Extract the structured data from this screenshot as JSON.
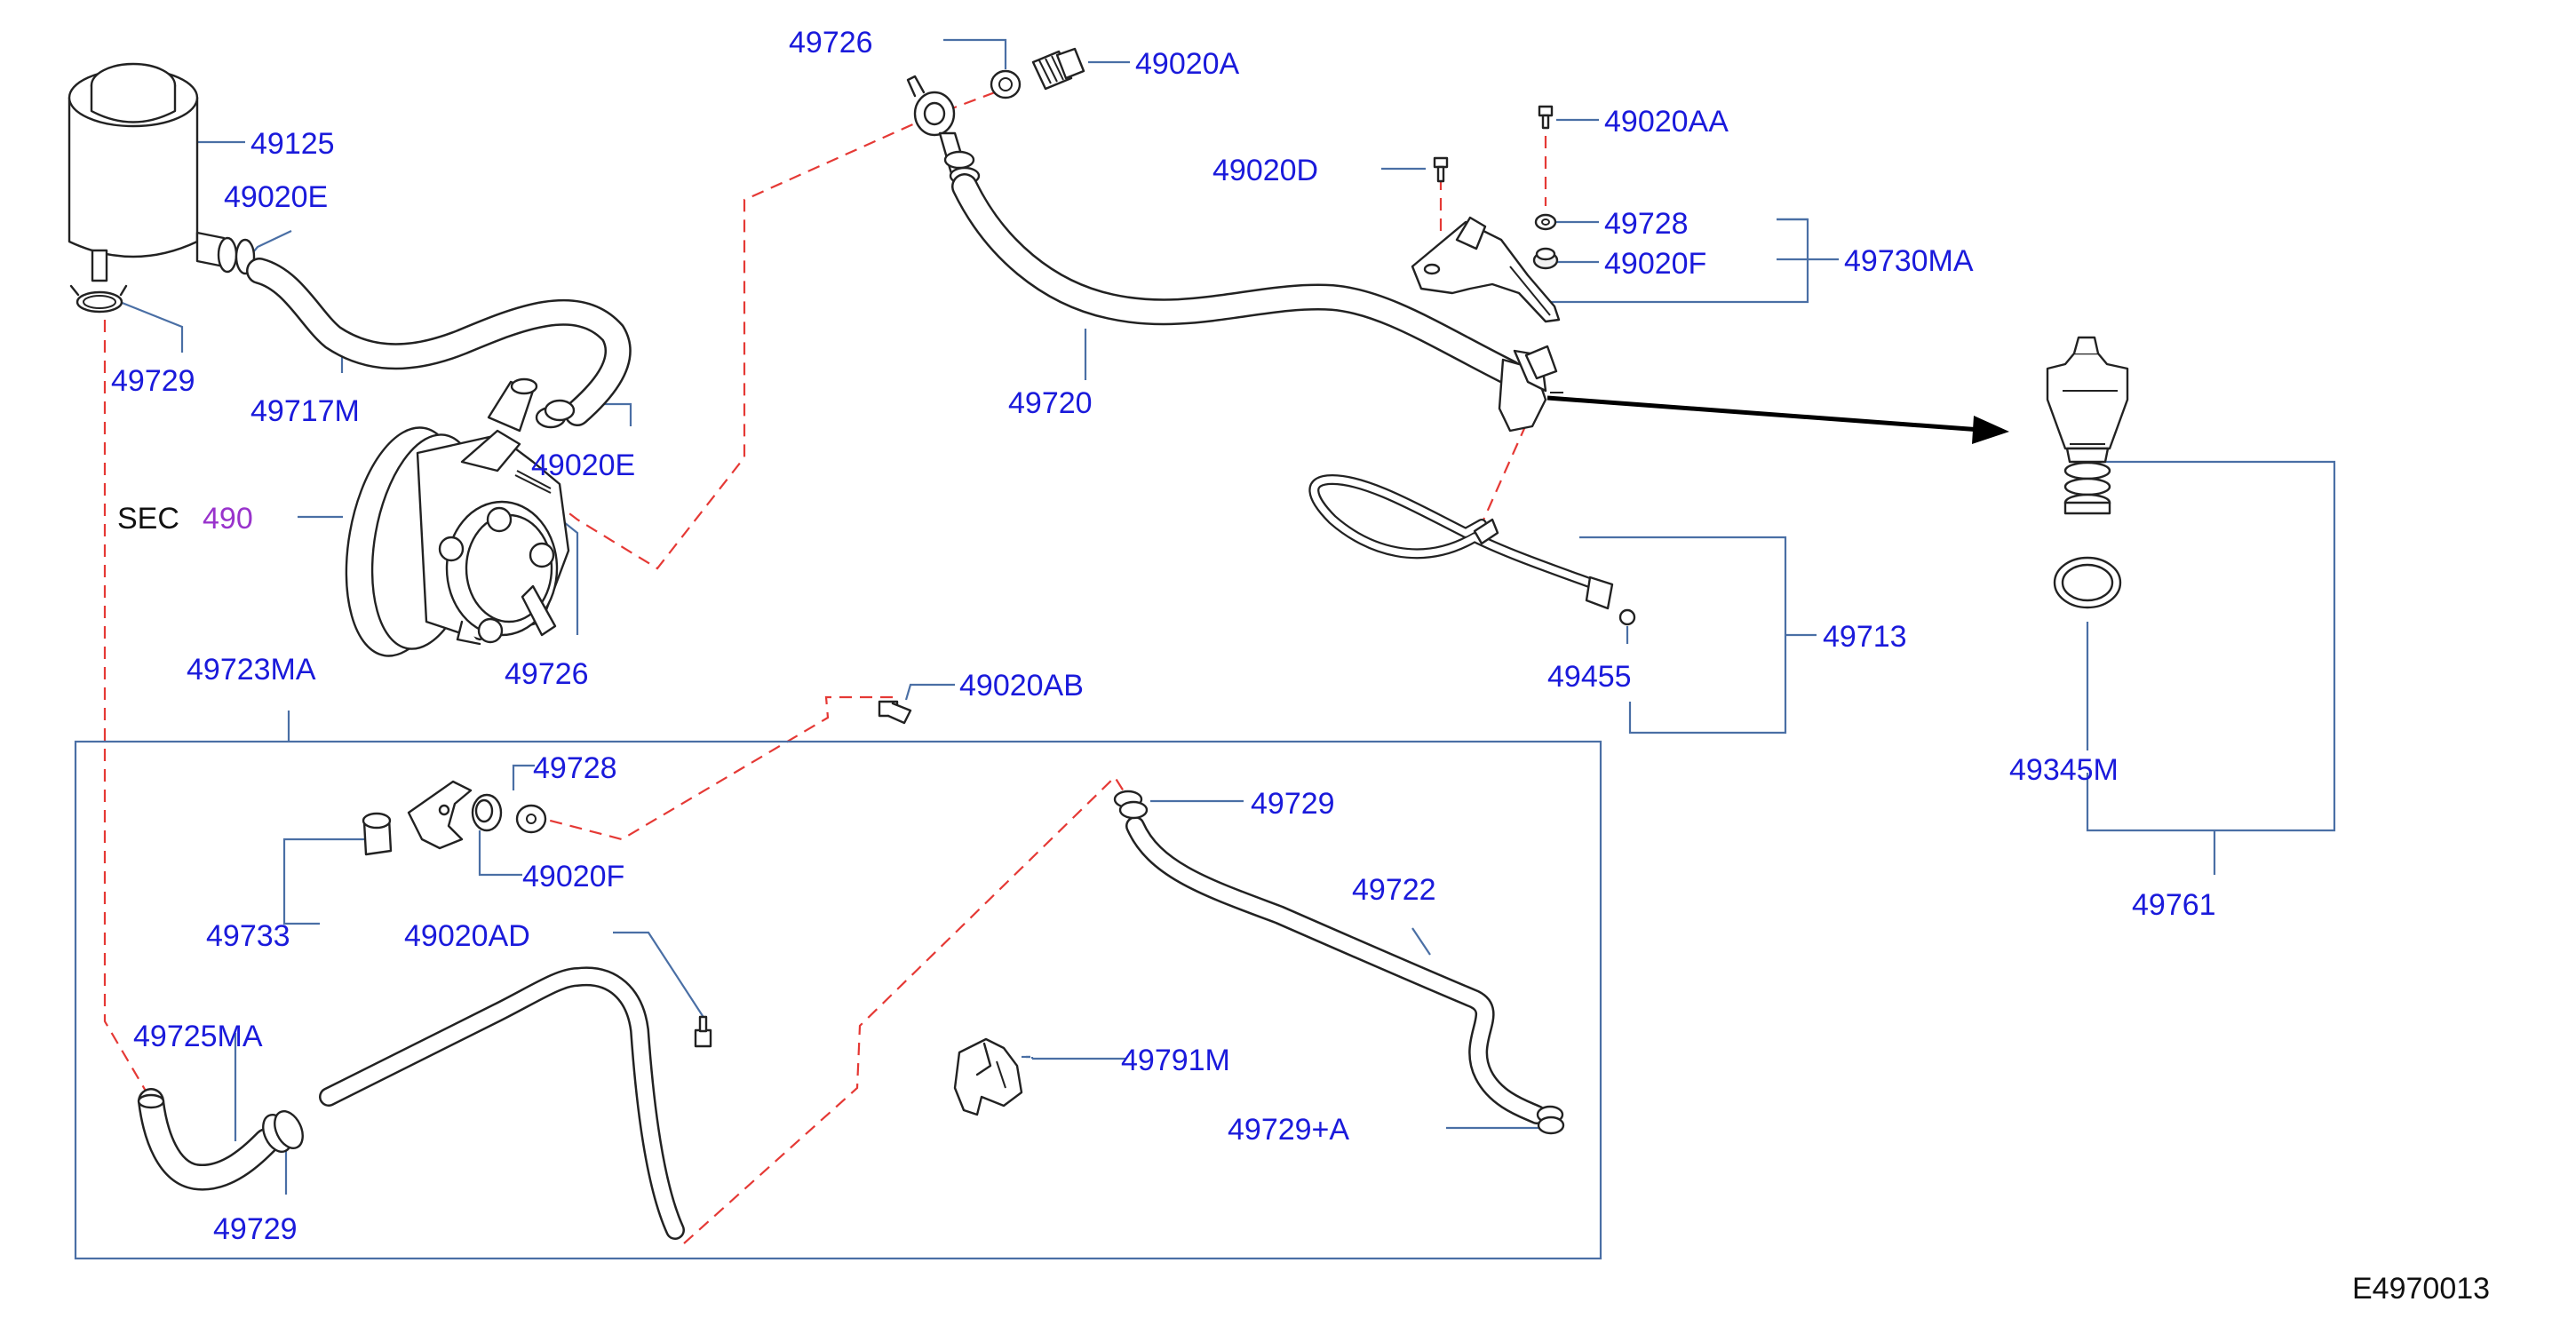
{
  "diagram_code": "E4970013",
  "section_ref": {
    "prefix": "SEC",
    "number": "490"
  },
  "colors": {
    "callout": "#1a1adb",
    "leader": "#4a6fa5",
    "dashed_link": "#e53935",
    "section_number": "#9933cc"
  },
  "callouts": {
    "p49726_top": "49726",
    "p49020A": "49020A",
    "p49125": "49125",
    "p49020E_top": "49020E",
    "p49729_left": "49729",
    "p49717M": "49717M",
    "p49020E_pump": "49020E",
    "p49726_pump": "49726",
    "p49720": "49720",
    "p49020D": "49020D",
    "p49020AA": "49020AA",
    "p49728_top": "49728",
    "p49020F_top": "49020F",
    "p49730MA": "49730MA",
    "p49713": "49713",
    "p49455": "49455",
    "p49345M": "49345M",
    "p49761": "49761",
    "p49723MA": "49723MA",
    "p49020AB": "49020AB",
    "p49728_box": "49728",
    "p49020F_box": "49020F",
    "p49733": "49733",
    "p49020AD": "49020AD",
    "p49729_box_top": "49729",
    "p49722": "49722",
    "p49725MA": "49725MA",
    "p49791M": "49791M",
    "p49729A": "49729+A",
    "p49729_box_bottom": "49729"
  }
}
